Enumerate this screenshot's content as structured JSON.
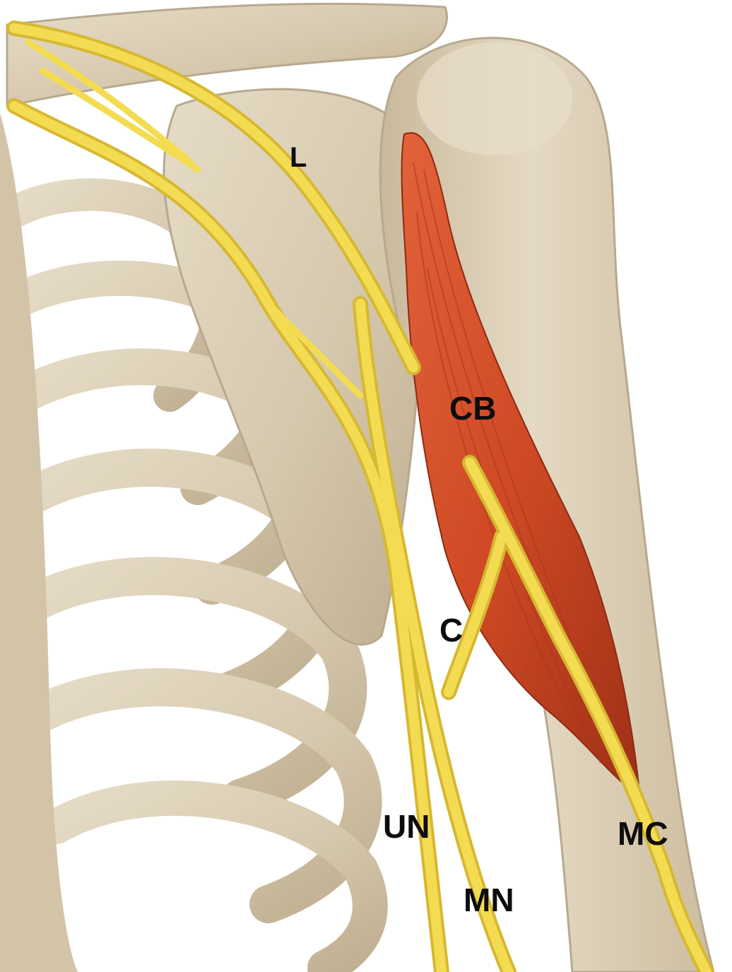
{
  "labels": {
    "l": "L",
    "cb": "CB",
    "c": "C",
    "un": "UN",
    "mn": "MN",
    "mc": "MC"
  },
  "colors": {
    "background": "#ffffff",
    "bone": "#ddd0b8",
    "bone_shade": "#b7a98f",
    "nerve": "#f4dc52",
    "nerve_edge": "#d6b832",
    "muscle": "#d6502a",
    "muscle_dark": "#a8361c",
    "label": "#0d0d0d"
  }
}
